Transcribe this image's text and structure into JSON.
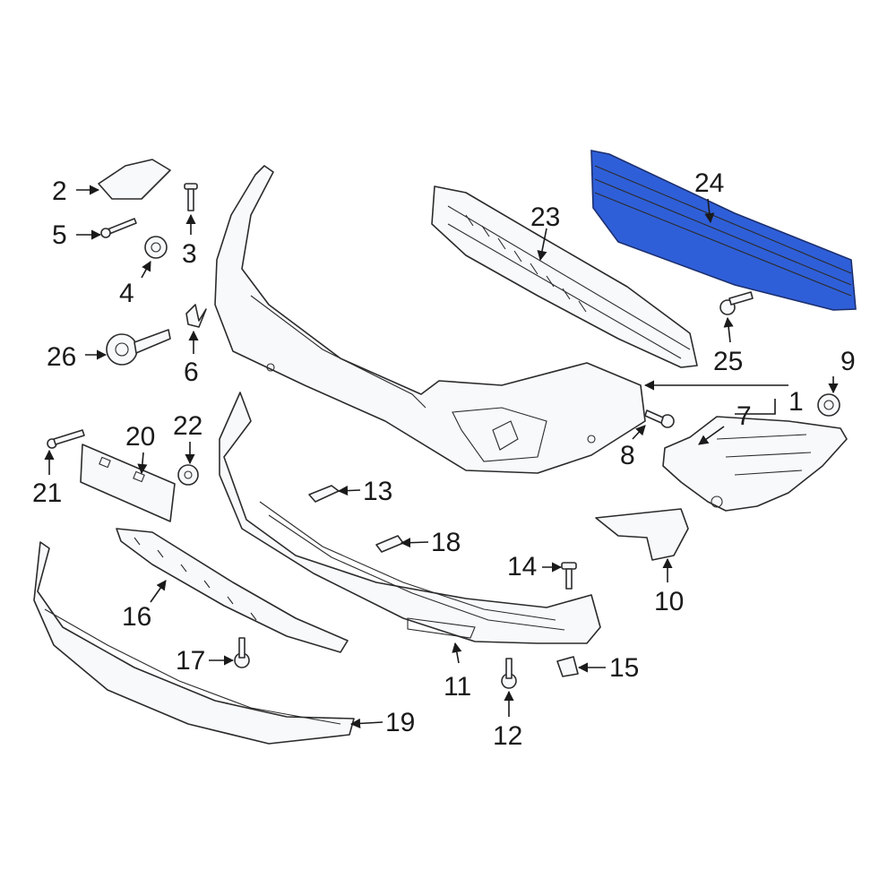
{
  "diagram": {
    "highlight_color": "#2f5fd8",
    "outline_color": "#2b2b2b",
    "callouts": {
      "c1": "1",
      "c2": "2",
      "c3": "3",
      "c4": "4",
      "c5": "5",
      "c6": "6",
      "c7": "7",
      "c8": "8",
      "c9": "9",
      "c10": "10",
      "c11": "11",
      "c12": "12",
      "c13": "13",
      "c14": "14",
      "c15": "15",
      "c16": "16",
      "c17": "17",
      "c18": "18",
      "c19": "19",
      "c20": "20",
      "c21": "21",
      "c22": "22",
      "c23": "23",
      "c24": "24",
      "c25": "25",
      "c26": "26"
    }
  }
}
